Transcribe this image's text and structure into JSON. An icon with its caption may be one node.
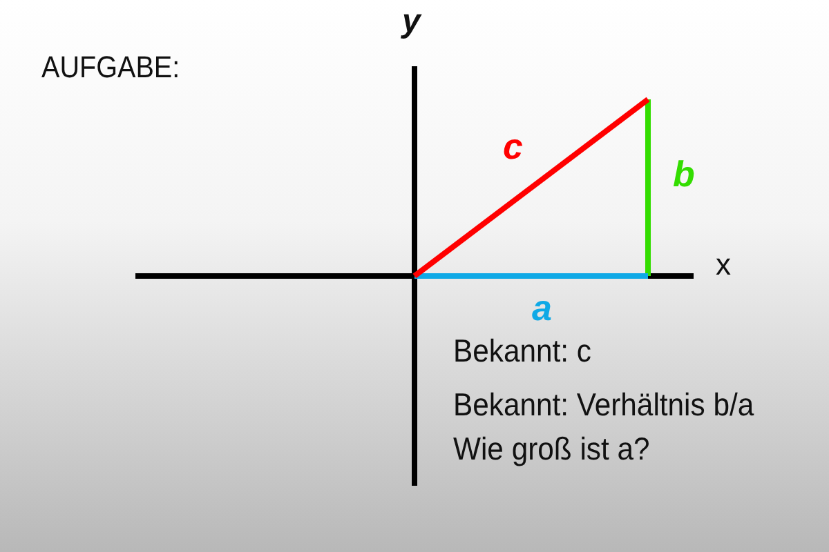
{
  "diagram": {
    "title": "AUFGABE:",
    "labels": [
      "y",
      "x",
      "c",
      "b",
      "a",
      "Bekannt: c",
      "Bekannt: Verhältnis b/a",
      "Wie groß ist a?"
    ]
  }
}
